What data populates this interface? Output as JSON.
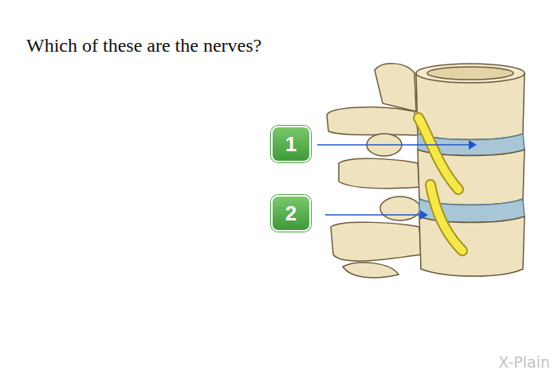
{
  "diagram": {
    "title": "Which of these are the nerves?",
    "nodes": [
      {
        "text": [
          "1"
        ]
      },
      {
        "text": [
          "2"
        ]
      }
    ],
    "labels": [
      "X-Plain"
    ]
  }
}
